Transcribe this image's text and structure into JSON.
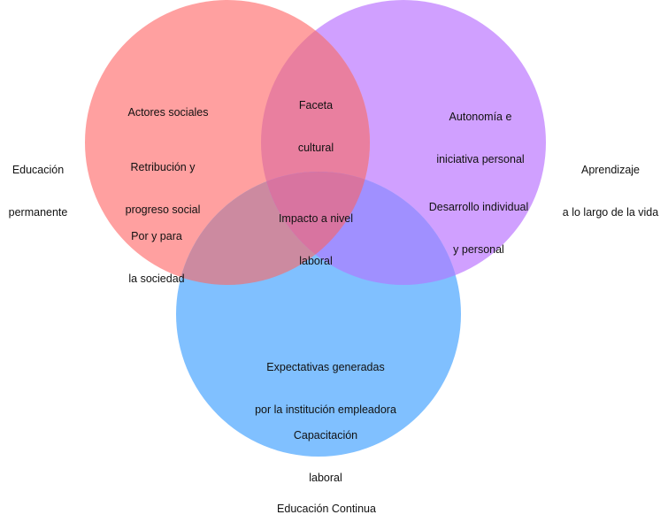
{
  "colors": {
    "red_circle": "#FFA0A0",
    "purple_circle": "#D0A0FF",
    "blue_circle": "#80C0FF",
    "red_purple_overlap": "#E97F9F",
    "red_blue_overlap": "#CC8AA0",
    "purple_blue_overlap": "#A090FF",
    "center_overlap": "#D874A0",
    "background": "#FFFFFF",
    "text": "#111111"
  },
  "sets": [
    {
      "id": "educacion-permanente",
      "label": [
        "Educación",
        "permanente"
      ]
    },
    {
      "id": "aprendizaje",
      "label": [
        "Aprendizaje",
        "a lo largo de la vida"
      ]
    },
    {
      "id": "educacion-continua",
      "label": [
        "Educación Continua"
      ]
    }
  ],
  "regions": {
    "red_only": [
      [
        "Actores sociales"
      ],
      [
        "Retribución y",
        "progreso social"
      ],
      [
        "Por y para",
        "la sociedad"
      ]
    ],
    "red_purple": [
      [
        "Faceta",
        "cultural"
      ]
    ],
    "center": [
      [
        "Impacto a nivel",
        "laboral"
      ]
    ],
    "purple_only": [
      [
        "Autonomía e",
        "iniciativa personal"
      ],
      [
        "Desarrollo individual",
        "y personal"
      ]
    ],
    "blue_only": [
      [
        "Expectativas generadas",
        "por la institución empleadora"
      ],
      [
        "Capacitación",
        "laboral"
      ]
    ]
  }
}
